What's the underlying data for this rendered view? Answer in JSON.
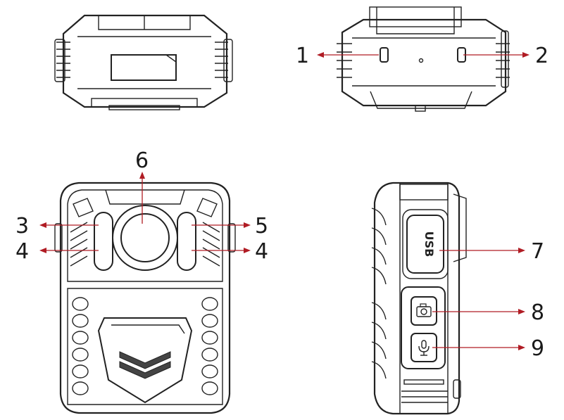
{
  "callouts": [
    {
      "id": "1",
      "label": "1",
      "side": "left"
    },
    {
      "id": "2",
      "label": "2",
      "side": "right"
    },
    {
      "id": "3",
      "label": "3",
      "side": "left"
    },
    {
      "id": "4L",
      "label": "4",
      "side": "left"
    },
    {
      "id": "5",
      "label": "5",
      "side": "right"
    },
    {
      "id": "4R",
      "label": "4",
      "side": "right"
    },
    {
      "id": "6",
      "label": "6",
      "side": "top"
    },
    {
      "id": "7",
      "label": "7",
      "side": "right"
    },
    {
      "id": "8",
      "label": "8",
      "side": "right"
    },
    {
      "id": "9",
      "label": "9",
      "side": "right"
    }
  ],
  "usb_port_label": "USB",
  "colors": {
    "line": "#222222",
    "arrow": "#b01c24",
    "background": "#ffffff"
  },
  "icons": {
    "snapshot_button": "camera-icon",
    "record_button": "microphone-icon"
  }
}
